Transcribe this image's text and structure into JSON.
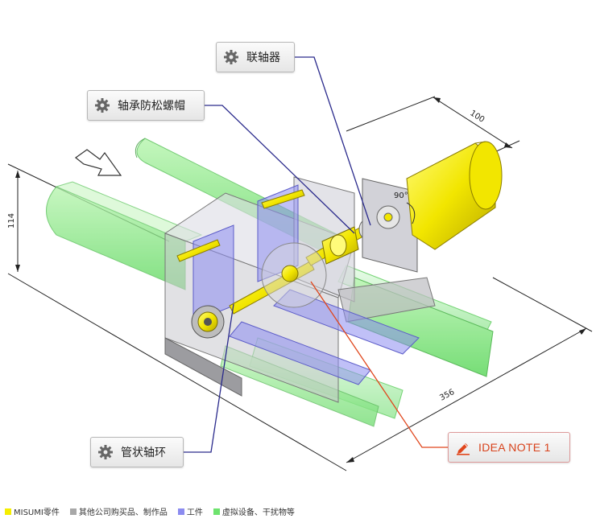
{
  "callouts": [
    {
      "id": "coupling",
      "label": "联轴器",
      "icon": "gear-icon"
    },
    {
      "id": "bearing_nut",
      "label": "轴承防松螺帽",
      "icon": "gear-icon"
    },
    {
      "id": "tube_collar",
      "label": "管状轴环",
      "icon": "gear-icon"
    },
    {
      "id": "idea_note",
      "label": "IDEA NOTE 1",
      "icon": "pencil-icon"
    }
  ],
  "dimensions": {
    "height": "114",
    "width": "100",
    "length": "356",
    "angle": "90°"
  },
  "legend": [
    {
      "label": "MISUMI零件",
      "color": "#f5ee00"
    },
    {
      "label": "其他公司购买品、制作品",
      "color": "#a8a8a8"
    },
    {
      "label": "工件",
      "color": "#8c8cf0"
    },
    {
      "label": "虚拟设备、干扰物等",
      "color": "#6ee36e"
    }
  ],
  "colors": {
    "misumi": "#f5ee00",
    "lead_blue": "#2a2a8c",
    "lead_red": "#e0461c",
    "virtual": "#78e878",
    "workpiece": "#8c8cf0"
  }
}
